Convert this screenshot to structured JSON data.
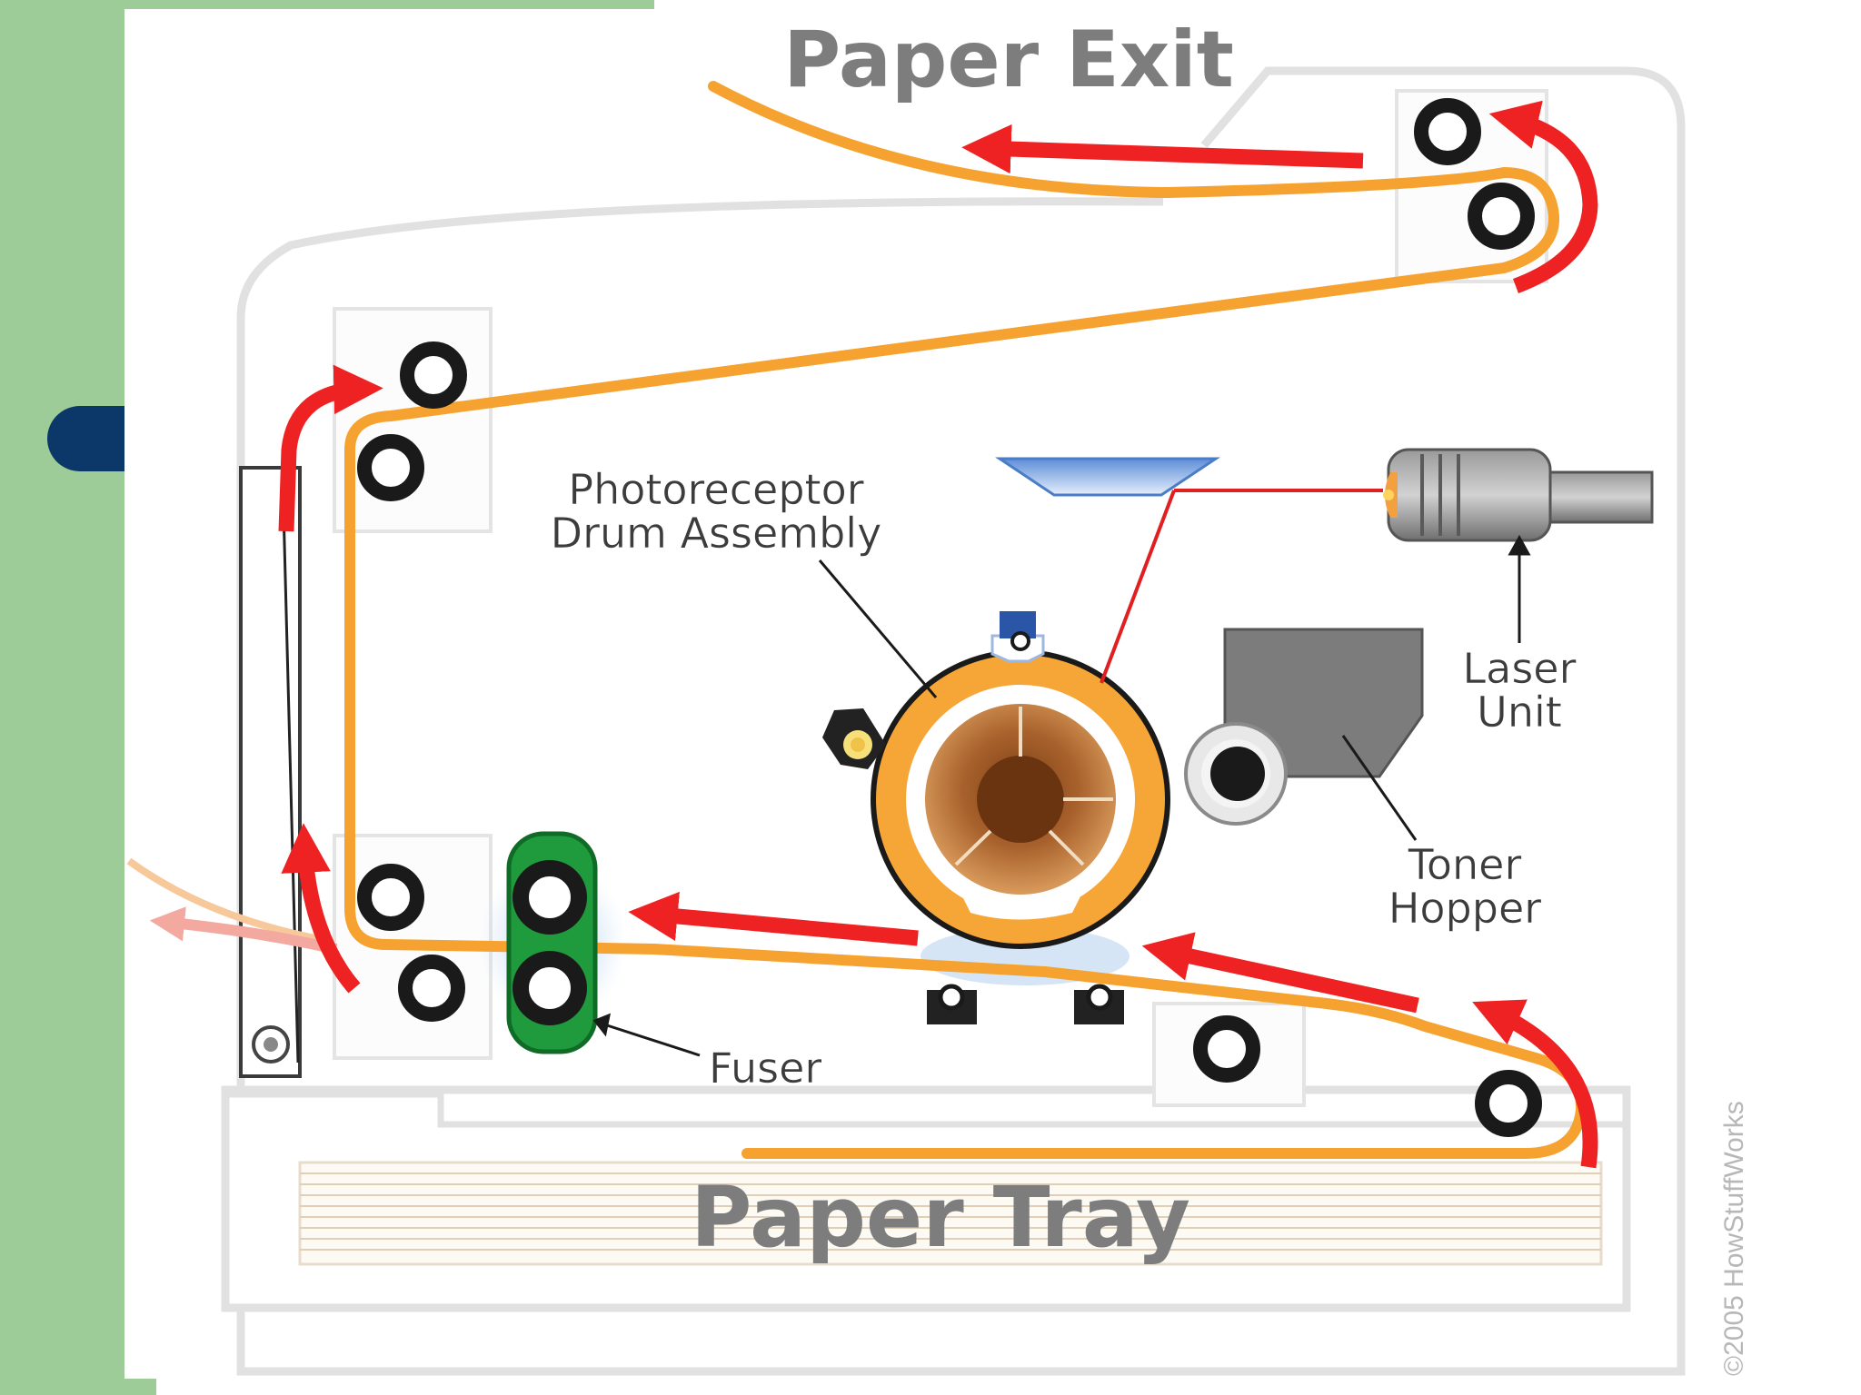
{
  "labels": {
    "paper_exit": "Paper Exit",
    "drum_line1": "Photoreceptor",
    "drum_line2": "Drum Assembly",
    "laser_line1": "Laser",
    "laser_line2": "Unit",
    "toner_line1": "Toner",
    "toner_line2": "Hopper",
    "fuser": "Fuser",
    "paper_tray": "Paper Tray",
    "copyright": "©2005 HowStuffWorks"
  },
  "colors": {
    "slide_background": "#9dcc98",
    "paper_path": "#f5a230",
    "flow_arrow": "#ee2222",
    "laser_beam": "#e02020",
    "fuser_green": "#1f9a3c",
    "bullet_blue": "#0b3869"
  }
}
